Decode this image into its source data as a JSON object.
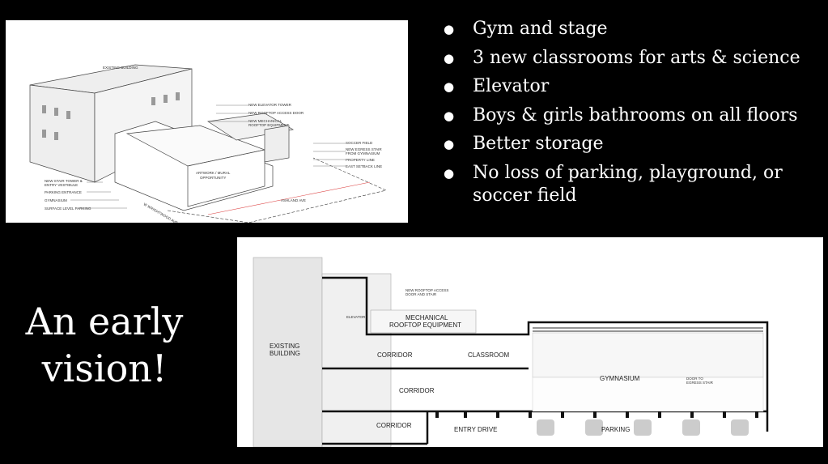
{
  "bullets": [
    "Gym and stage",
    "3 new classrooms for arts & science",
    "Elevator",
    "Boys & girls bathrooms on all floors",
    "Better storage",
    "No loss of parking, playground, or soccer field"
  ],
  "title": "An early vision!",
  "iso_drawing": {
    "labels": {
      "existing": "EXISTING BUILDING",
      "elevator": "NEW ELEVATOR TOWER",
      "rooftop_door": "NEW ROOFTOP ACCESS DOOR",
      "mech1": "NEW MECHANICAL",
      "mech2": "ROOFTOP EQUIPMENT",
      "soccer": "SOCCER FIELD",
      "egress1": "NEW EGRESS STAIR",
      "egress2": "FROM GYMNASIUM",
      "property": "PROPERTY LINE",
      "setback": "EAST SETBACK LINE",
      "artwork1": "ARTWORK / MURAL",
      "artwork2": "OPPORTUNITY",
      "stair1": "NEW STAIR TOWER &",
      "stair2": "ENTRY VESTIBULE",
      "parking_entrance": "PARKING ENTRANCE",
      "gym": "GYMNASIUM",
      "surface": "SURFACE LEVEL PARKING",
      "ashland": "ASHLAND AVE",
      "street": "W WRIGHTWOOD AVE"
    }
  },
  "section_drawing": {
    "labels": {
      "existing1": "EXISTING",
      "existing2": "BUILDING",
      "mech1": "MECHANICAL",
      "mech2": "ROOFTOP EQUIPMENT",
      "corridor": "CORRIDOR",
      "classroom": "CLASSROOM",
      "gym": "GYMNASIUM",
      "entry": "ENTRY DRIVE",
      "parking": "PARKING",
      "elevator": "ELEVATOR",
      "rooftop1": "NEW ROOFTOP ACCESS",
      "rooftop2": "DOOR AND STAIR",
      "door1": "DOOR TO",
      "door2": "EGRESS STAIR"
    }
  }
}
